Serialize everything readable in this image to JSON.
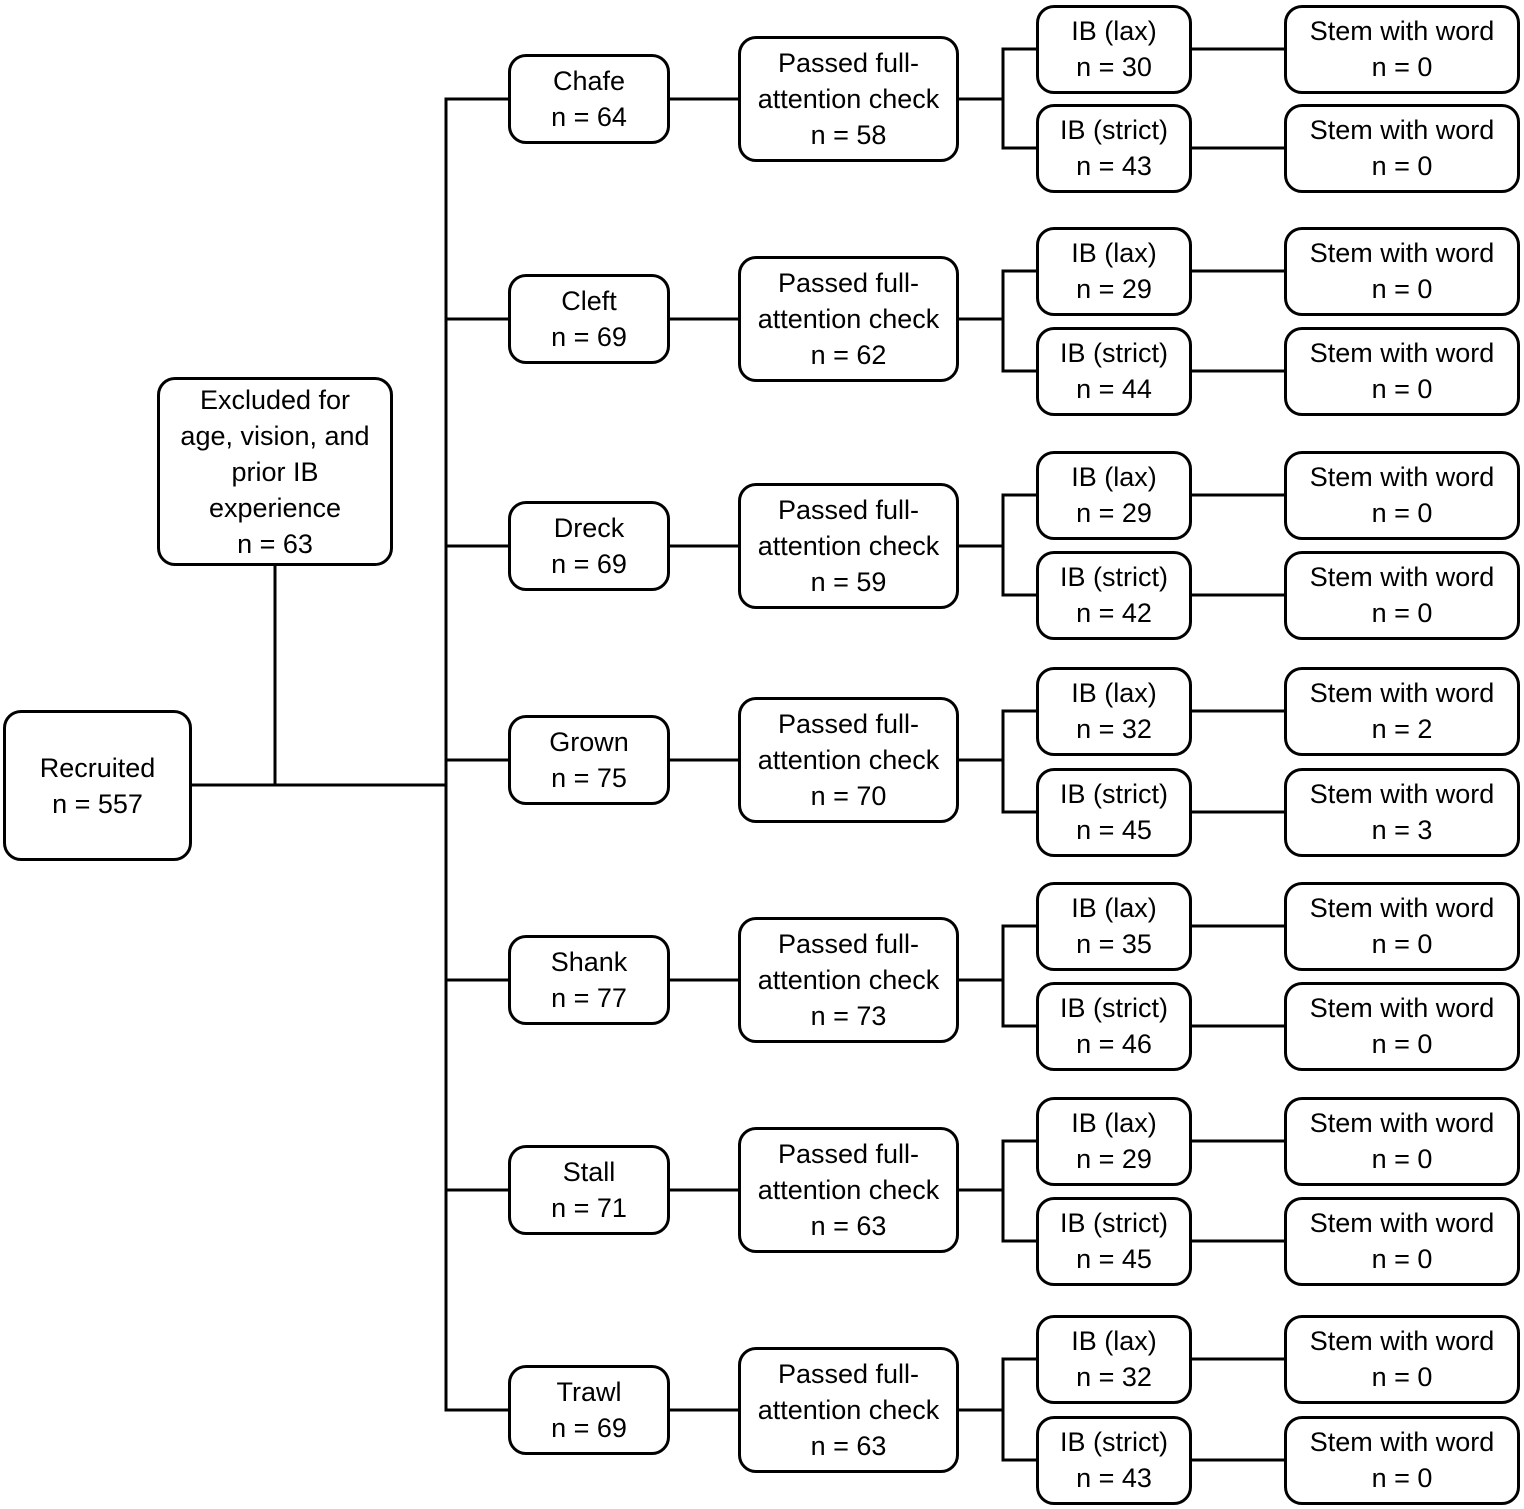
{
  "recruited": {
    "label": "Recruited",
    "n": "n = 557"
  },
  "excluded": {
    "lines": [
      "Excluded for",
      "age, vision, and",
      "prior IB",
      "experience"
    ],
    "n": "n = 63"
  },
  "groups": [
    {
      "label": "Chafe",
      "n": "n = 64",
      "check": {
        "lines": [
          "Passed full-",
          "attention check"
        ],
        "n": "n = 58"
      },
      "ib": [
        {
          "label": "IB (lax)",
          "n": "n = 30",
          "stem": {
            "label": "Stem with word",
            "n": "n = 0"
          }
        },
        {
          "label": "IB (strict)",
          "n": "n = 43",
          "stem": {
            "label": "Stem with word",
            "n": "n = 0"
          }
        }
      ]
    },
    {
      "label": "Cleft",
      "n": "n = 69",
      "check": {
        "lines": [
          "Passed full-",
          "attention check"
        ],
        "n": "n = 62"
      },
      "ib": [
        {
          "label": "IB (lax)",
          "n": "n = 29",
          "stem": {
            "label": "Stem with word",
            "n": "n = 0"
          }
        },
        {
          "label": "IB (strict)",
          "n": "n = 44",
          "stem": {
            "label": "Stem with word",
            "n": "n = 0"
          }
        }
      ]
    },
    {
      "label": "Dreck",
      "n": "n = 69",
      "check": {
        "lines": [
          "Passed full-",
          "attention check"
        ],
        "n": "n = 59"
      },
      "ib": [
        {
          "label": "IB (lax)",
          "n": "n = 29",
          "stem": {
            "label": "Stem with word",
            "n": "n = 0"
          }
        },
        {
          "label": "IB (strict)",
          "n": "n = 42",
          "stem": {
            "label": "Stem with word",
            "n": "n = 0"
          }
        }
      ]
    },
    {
      "label": "Grown",
      "n": "n = 75",
      "check": {
        "lines": [
          "Passed full-",
          "attention check"
        ],
        "n": "n = 70"
      },
      "ib": [
        {
          "label": "IB (lax)",
          "n": "n = 32",
          "stem": {
            "label": "Stem with word",
            "n": "n = 2"
          }
        },
        {
          "label": "IB (strict)",
          "n": "n = 45",
          "stem": {
            "label": "Stem with word",
            "n": "n = 3"
          }
        }
      ]
    },
    {
      "label": "Shank",
      "n": "n = 77",
      "check": {
        "lines": [
          "Passed full-",
          "attention check"
        ],
        "n": "n = 73"
      },
      "ib": [
        {
          "label": "IB (lax)",
          "n": "n = 35",
          "stem": {
            "label": "Stem with word",
            "n": "n = 0"
          }
        },
        {
          "label": "IB (strict)",
          "n": "n = 46",
          "stem": {
            "label": "Stem with word",
            "n": "n = 0"
          }
        }
      ]
    },
    {
      "label": "Stall",
      "n": "n = 71",
      "check": {
        "lines": [
          "Passed full-",
          "attention check"
        ],
        "n": "n = 63"
      },
      "ib": [
        {
          "label": "IB (lax)",
          "n": "n = 29",
          "stem": {
            "label": "Stem with word",
            "n": "n = 0"
          }
        },
        {
          "label": "IB (strict)",
          "n": "n = 45",
          "stem": {
            "label": "Stem with word",
            "n": "n = 0"
          }
        }
      ]
    },
    {
      "label": "Trawl",
      "n": "n = 69",
      "check": {
        "lines": [
          "Passed full-",
          "attention check"
        ],
        "n": "n = 63"
      },
      "ib": [
        {
          "label": "IB (lax)",
          "n": "n = 32",
          "stem": {
            "label": "Stem with word",
            "n": "n = 0"
          }
        },
        {
          "label": "IB (strict)",
          "n": "n = 43",
          "stem": {
            "label": "Stem with word",
            "n": "n = 0"
          }
        }
      ]
    }
  ]
}
